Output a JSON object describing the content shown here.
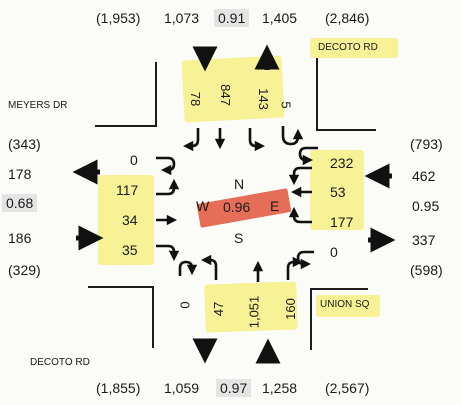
{
  "streets": {
    "meyers": "MEYERS DR",
    "decoto_north": "DECOTO RD",
    "decoto_south": "DECOTO RD",
    "union": "UNION SQ"
  },
  "compass": {
    "n": "N",
    "s": "S",
    "e": "E",
    "w": "W"
  },
  "center_value": "0.96",
  "north": {
    "adt_in": "(1,953)",
    "vol_out": "1,073",
    "vol_in": "1,405",
    "adt_out": "(2,846)",
    "peak_factor": "0.91",
    "left": "78",
    "through": "847",
    "right": "143",
    "u": "5"
  },
  "south": {
    "adt_out": "(1,855)",
    "vol_out": "1,059",
    "vol_in": "1,258",
    "adt_in": "(2,567)",
    "peak_factor": "0.97",
    "u": "0",
    "left": "47",
    "through": "1,051",
    "right": "160"
  },
  "west": {
    "adt_out": "(343)",
    "vol_out": "178",
    "peak_factor": "0.68",
    "vol_in": "186",
    "adt_in": "(329)",
    "u": "0",
    "left": "117",
    "through": "34",
    "right": "35"
  },
  "east": {
    "adt_in": "(793)",
    "vol_in": "462",
    "peak_factor": "0.95",
    "vol_out": "337",
    "adt_out": "(598)",
    "left": "232",
    "through": "53",
    "right": "177",
    "u": "0"
  }
}
